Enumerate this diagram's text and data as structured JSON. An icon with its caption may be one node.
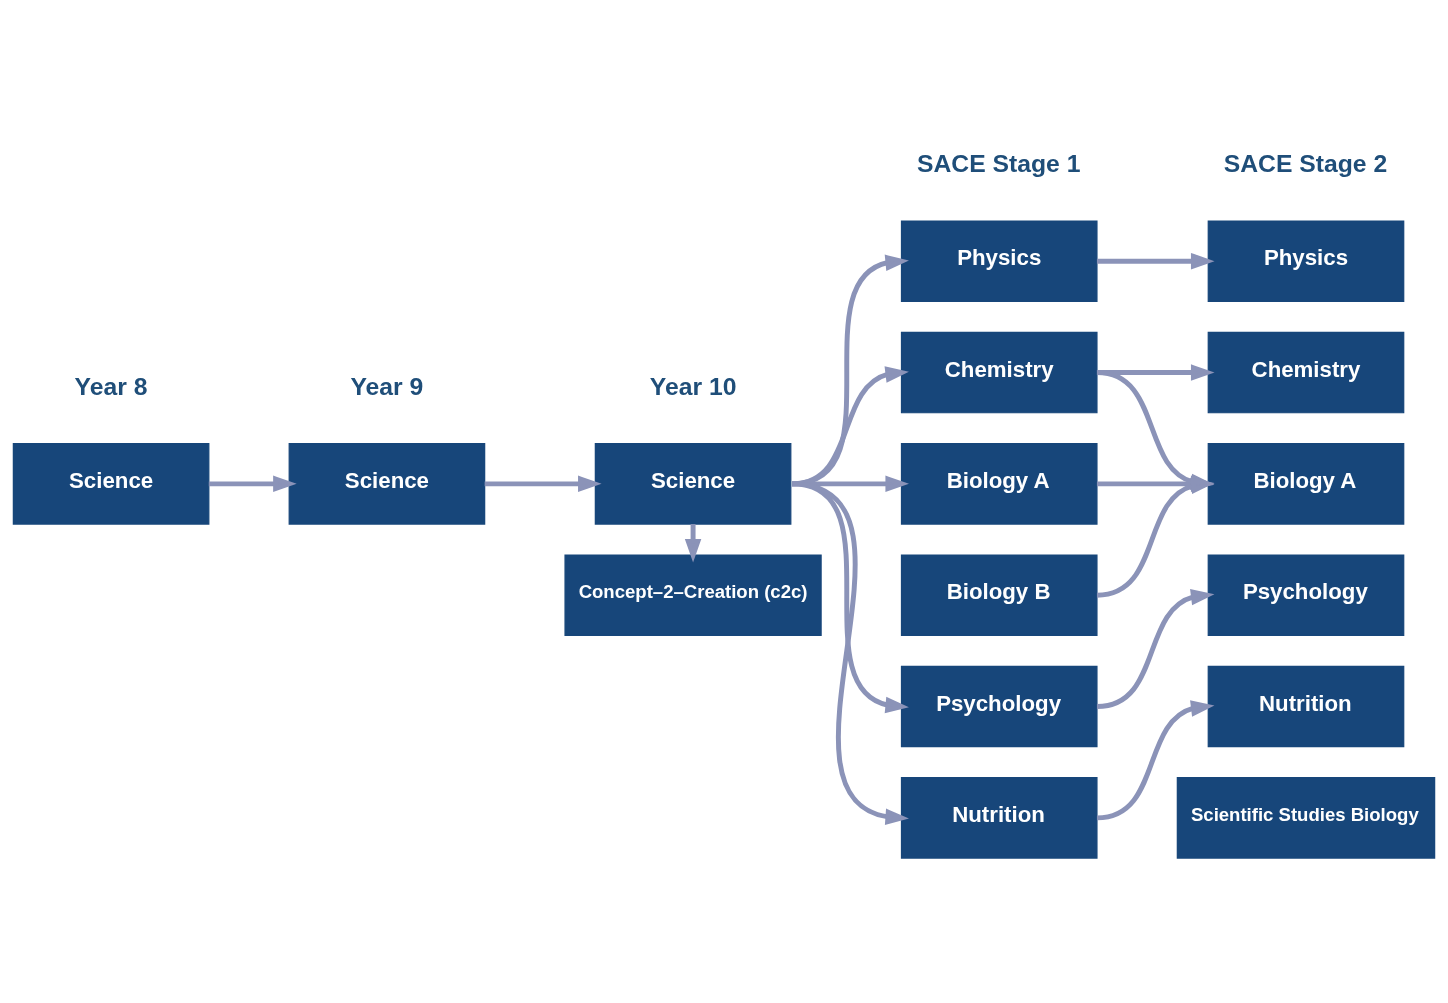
{
  "diagram": {
    "nodes": [
      {
        "text": [
          "Science"
        ]
      },
      {
        "text": [
          "Science"
        ]
      },
      {
        "text": [
          "Science"
        ]
      },
      {
        "text": [
          "Concept–2–Creation (c2c)"
        ]
      },
      {
        "text": [
          "Physics"
        ]
      },
      {
        "text": [
          "Chemistry"
        ]
      },
      {
        "text": [
          "Biology A"
        ]
      },
      {
        "text": [
          "Biology B"
        ]
      },
      {
        "text": [
          "Psychology"
        ]
      },
      {
        "text": [
          "Nutrition"
        ]
      },
      {
        "text": [
          "Physics"
        ]
      },
      {
        "text": [
          "Chemistry"
        ]
      },
      {
        "text": [
          "Biology A"
        ]
      },
      {
        "text": [
          "Psychology"
        ]
      },
      {
        "text": [
          "Nutrition"
        ]
      },
      {
        "text": [
          "Scientific Studies Biology"
        ]
      }
    ],
    "edges": [
      {
        "from": 0,
        "to": 1,
        "arrow": "to"
      },
      {
        "from": 1,
        "to": 2,
        "arrow": "to"
      },
      {
        "from": 2,
        "to": 3,
        "arrow": "to"
      },
      {
        "from": 2,
        "to": 4,
        "arrow": "to"
      },
      {
        "from": 2,
        "to": 5,
        "arrow": "to"
      },
      {
        "from": 2,
        "to": 6,
        "arrow": "to"
      },
      {
        "from": 2,
        "to": 8,
        "arrow": "to"
      },
      {
        "from": 2,
        "to": 9,
        "arrow": "to"
      },
      {
        "from": 4,
        "to": 10,
        "arrow": "to"
      },
      {
        "from": 5,
        "to": 11,
        "arrow": "to"
      },
      {
        "from": 5,
        "to": 12,
        "arrow": "to"
      },
      {
        "from": 6,
        "to": 12,
        "arrow": "to"
      },
      {
        "from": 7,
        "to": 12,
        "arrow": "to"
      },
      {
        "from": 8,
        "to": 13,
        "arrow": "to"
      },
      {
        "from": 9,
        "to": 14,
        "arrow": "to"
      }
    ],
    "labels": [
      "Year 8",
      "Year 9",
      "Year 10",
      "SACE Stage 1",
      "SACE Stage 2"
    ]
  }
}
